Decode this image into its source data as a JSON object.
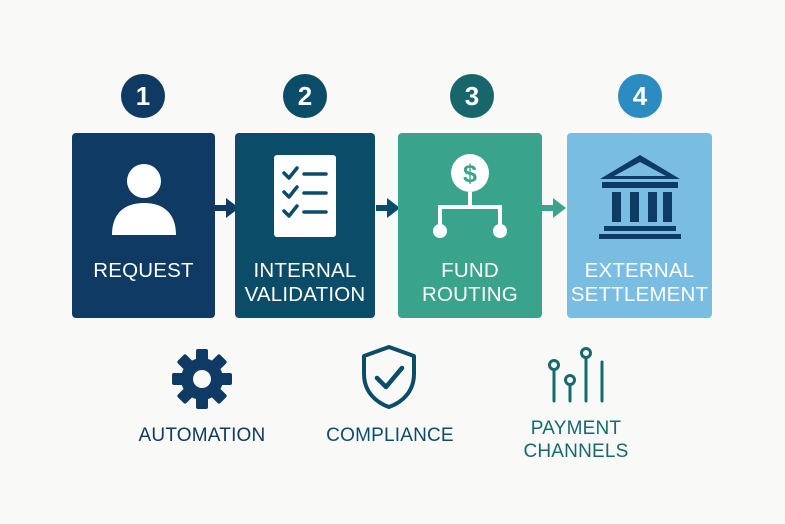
{
  "steps": [
    {
      "number": "1",
      "label": "REQUEST",
      "icon": "user-icon",
      "color": "#0e3a63",
      "badge_color": "#0e3a63"
    },
    {
      "number": "2",
      "label": "INTERNAL\nVALIDATION",
      "icon": "checklist-icon",
      "color": "#0b4d68",
      "badge_color": "#0b4d68"
    },
    {
      "number": "3",
      "label": "FUND\nROUTING",
      "icon": "dollar-routing-icon",
      "color": "#3aa38c",
      "badge_color": "#16666b"
    },
    {
      "number": "4",
      "label": "EXTERNAL\nSETTLEMENT",
      "icon": "bank-icon",
      "color": "#79bde3",
      "badge_color": "#2b8cc2"
    }
  ],
  "features": [
    {
      "label": "AUTOMATION",
      "icon": "gear-icon",
      "color": "#0e3a63"
    },
    {
      "label": "COMPLIANCE",
      "icon": "shield-check-icon",
      "color": "#0b4d68"
    },
    {
      "label": "PAYMENT\nCHANNELS",
      "icon": "signal-nodes-icon",
      "color": "#156a6e"
    }
  ]
}
